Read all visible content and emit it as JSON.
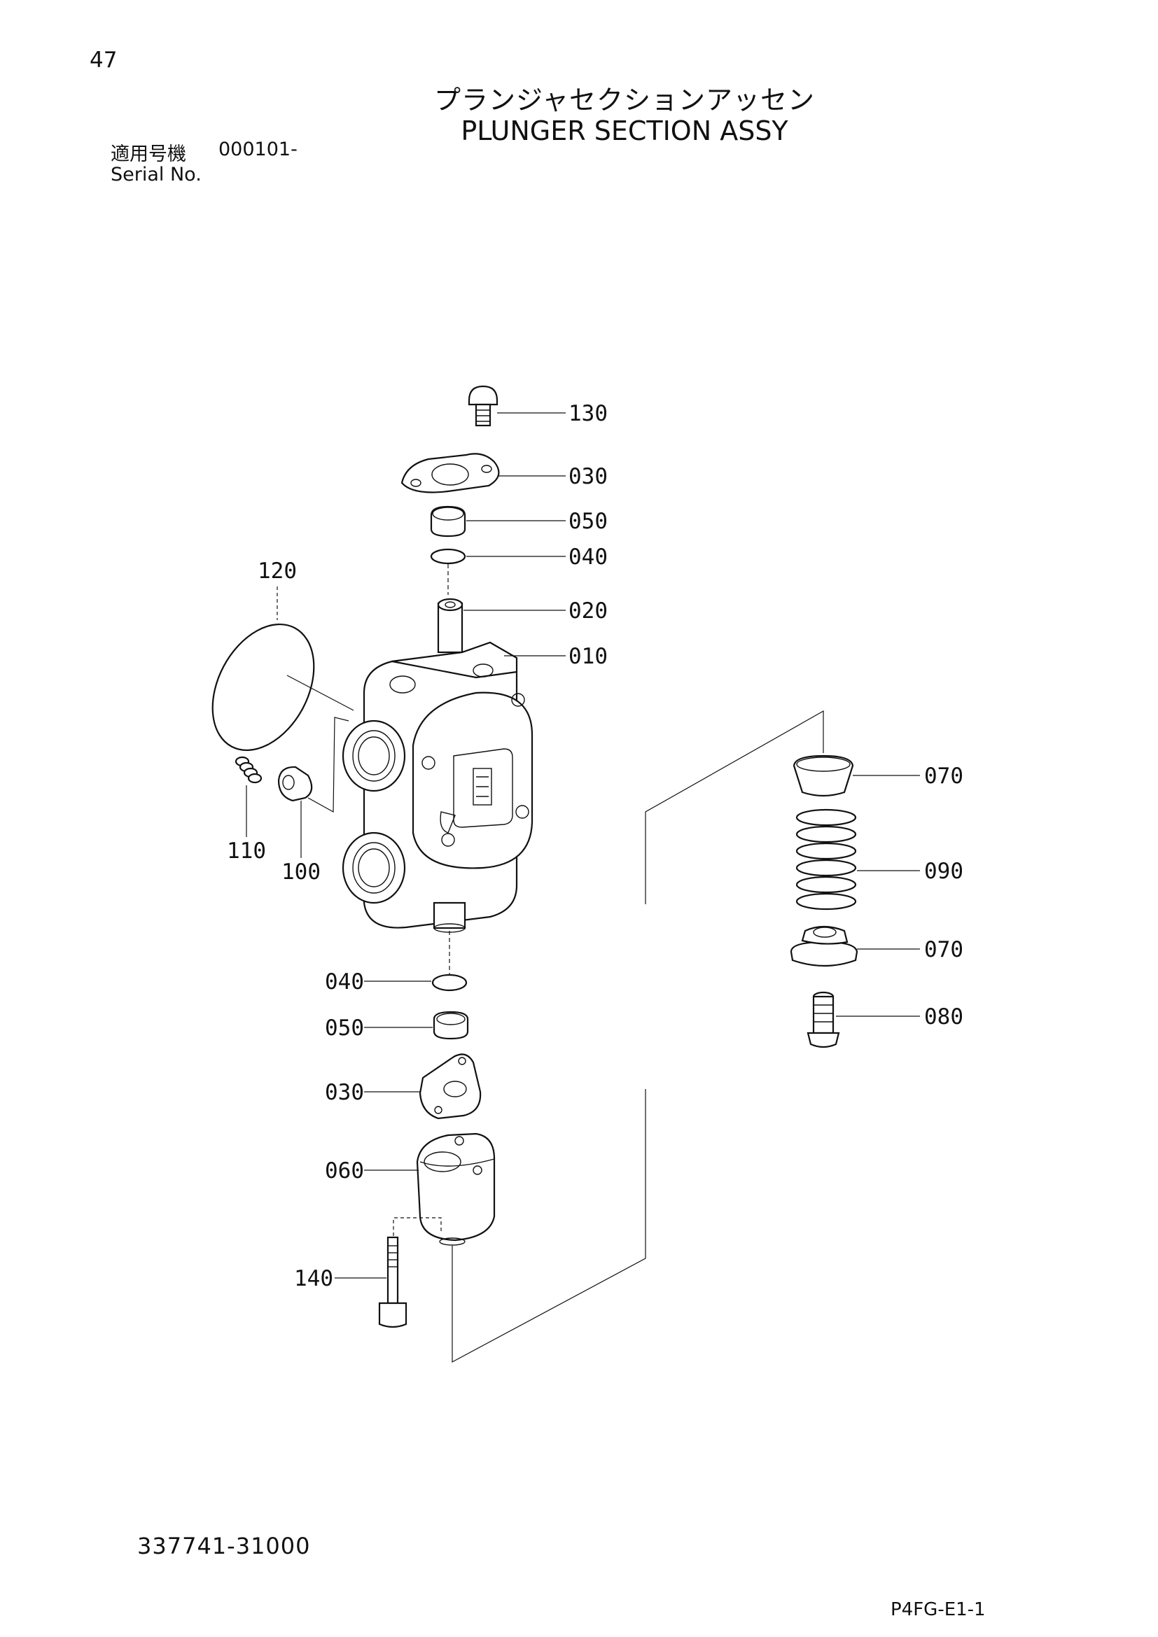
{
  "page_number": "47",
  "title_jp": "プランジャセクションアッセン",
  "title_en": "PLUNGER SECTION ASSY",
  "serial": {
    "label_jp": "適用号機",
    "value": "000101-",
    "label_en": "Serial No."
  },
  "callouts": {
    "c130": "130",
    "c030_top": "030",
    "c050_top": "050",
    "c040_top": "040",
    "c020": "020",
    "c010": "010",
    "c120": "120",
    "c110": "110",
    "c100": "100",
    "c040_bottom": "040",
    "c050_bottom": "050",
    "c030_bottom": "030",
    "c060": "060",
    "c140": "140",
    "c070_top": "070",
    "c090": "090",
    "c070_bottom": "070",
    "c080": "080"
  },
  "part_number": "337741-31000",
  "page_code": "P4FG-E1-1"
}
